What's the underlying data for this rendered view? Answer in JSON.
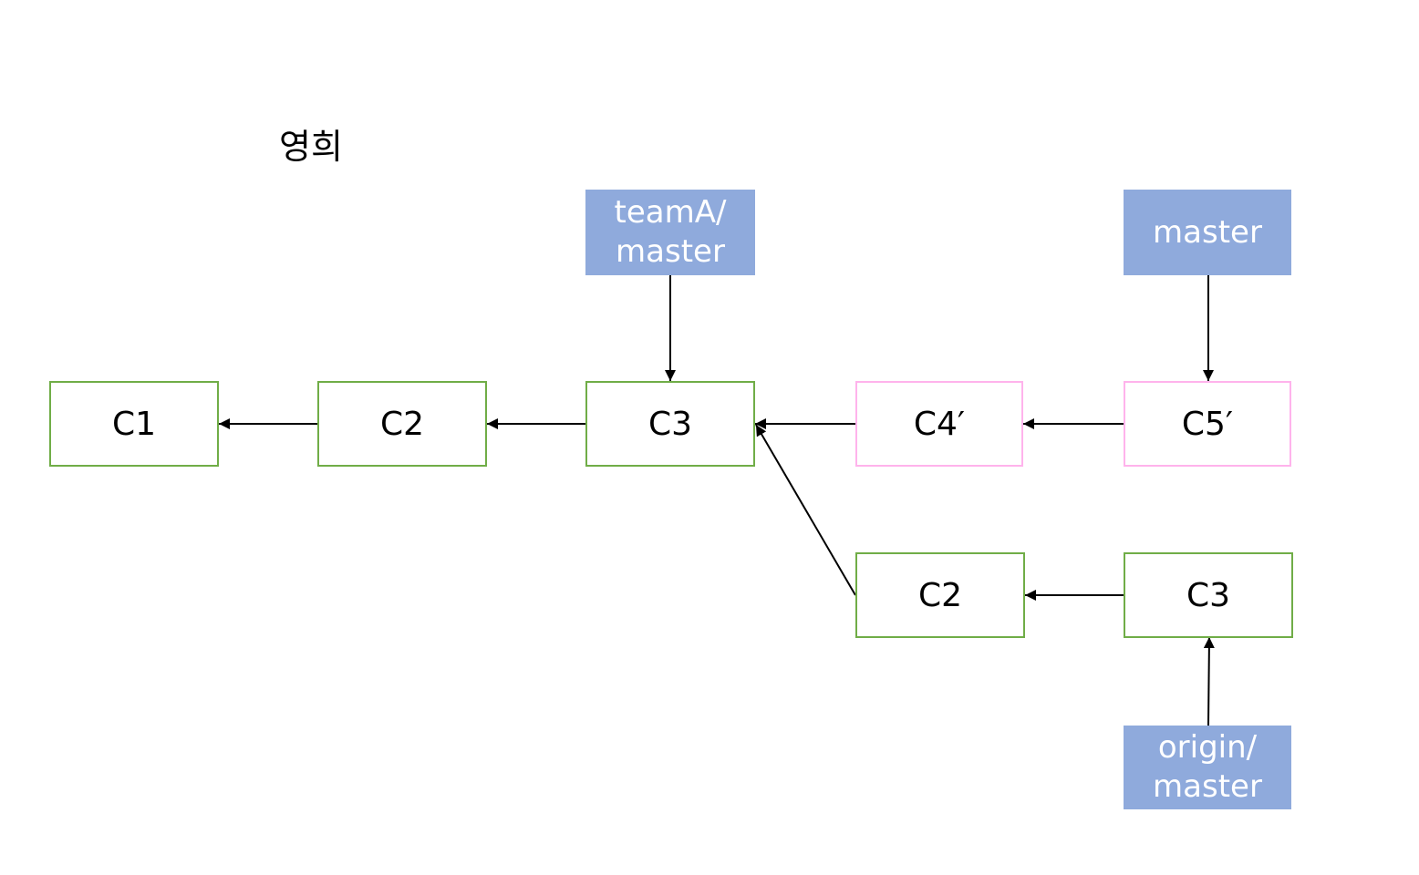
{
  "title": "영희",
  "colors": {
    "commit_border": "#70ad47",
    "rebased_border": "#ffb3ec",
    "ref_fill": "#8faadc",
    "ref_text": "#ffffff",
    "arrow": "#000000"
  },
  "commits": {
    "c1": "C1",
    "c2": "C2",
    "c3": "C3",
    "c4_prime": "C4′",
    "c5_prime": "C5′",
    "c2_lower": "C2",
    "c3_lower": "C3"
  },
  "refs": {
    "team_a_master": {
      "line1": "teamA/",
      "line2": "master"
    },
    "master": "master",
    "origin_master": {
      "line1": "origin/",
      "line2": "master"
    }
  }
}
